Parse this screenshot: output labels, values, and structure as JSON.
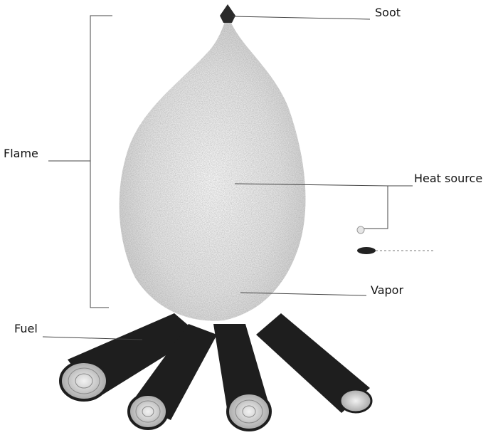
{
  "labels": {
    "soot": "Soot",
    "flame": "Flame",
    "heat_source": "Heat source",
    "vapor": "Vapor",
    "fuel": "Fuel"
  },
  "colors": {
    "line": "#444444",
    "flame_fill": "#d9d9d9",
    "soot": "#2a2a2a",
    "log_bark": "#1e1e1e",
    "log_ring": "#bdbdbd"
  }
}
